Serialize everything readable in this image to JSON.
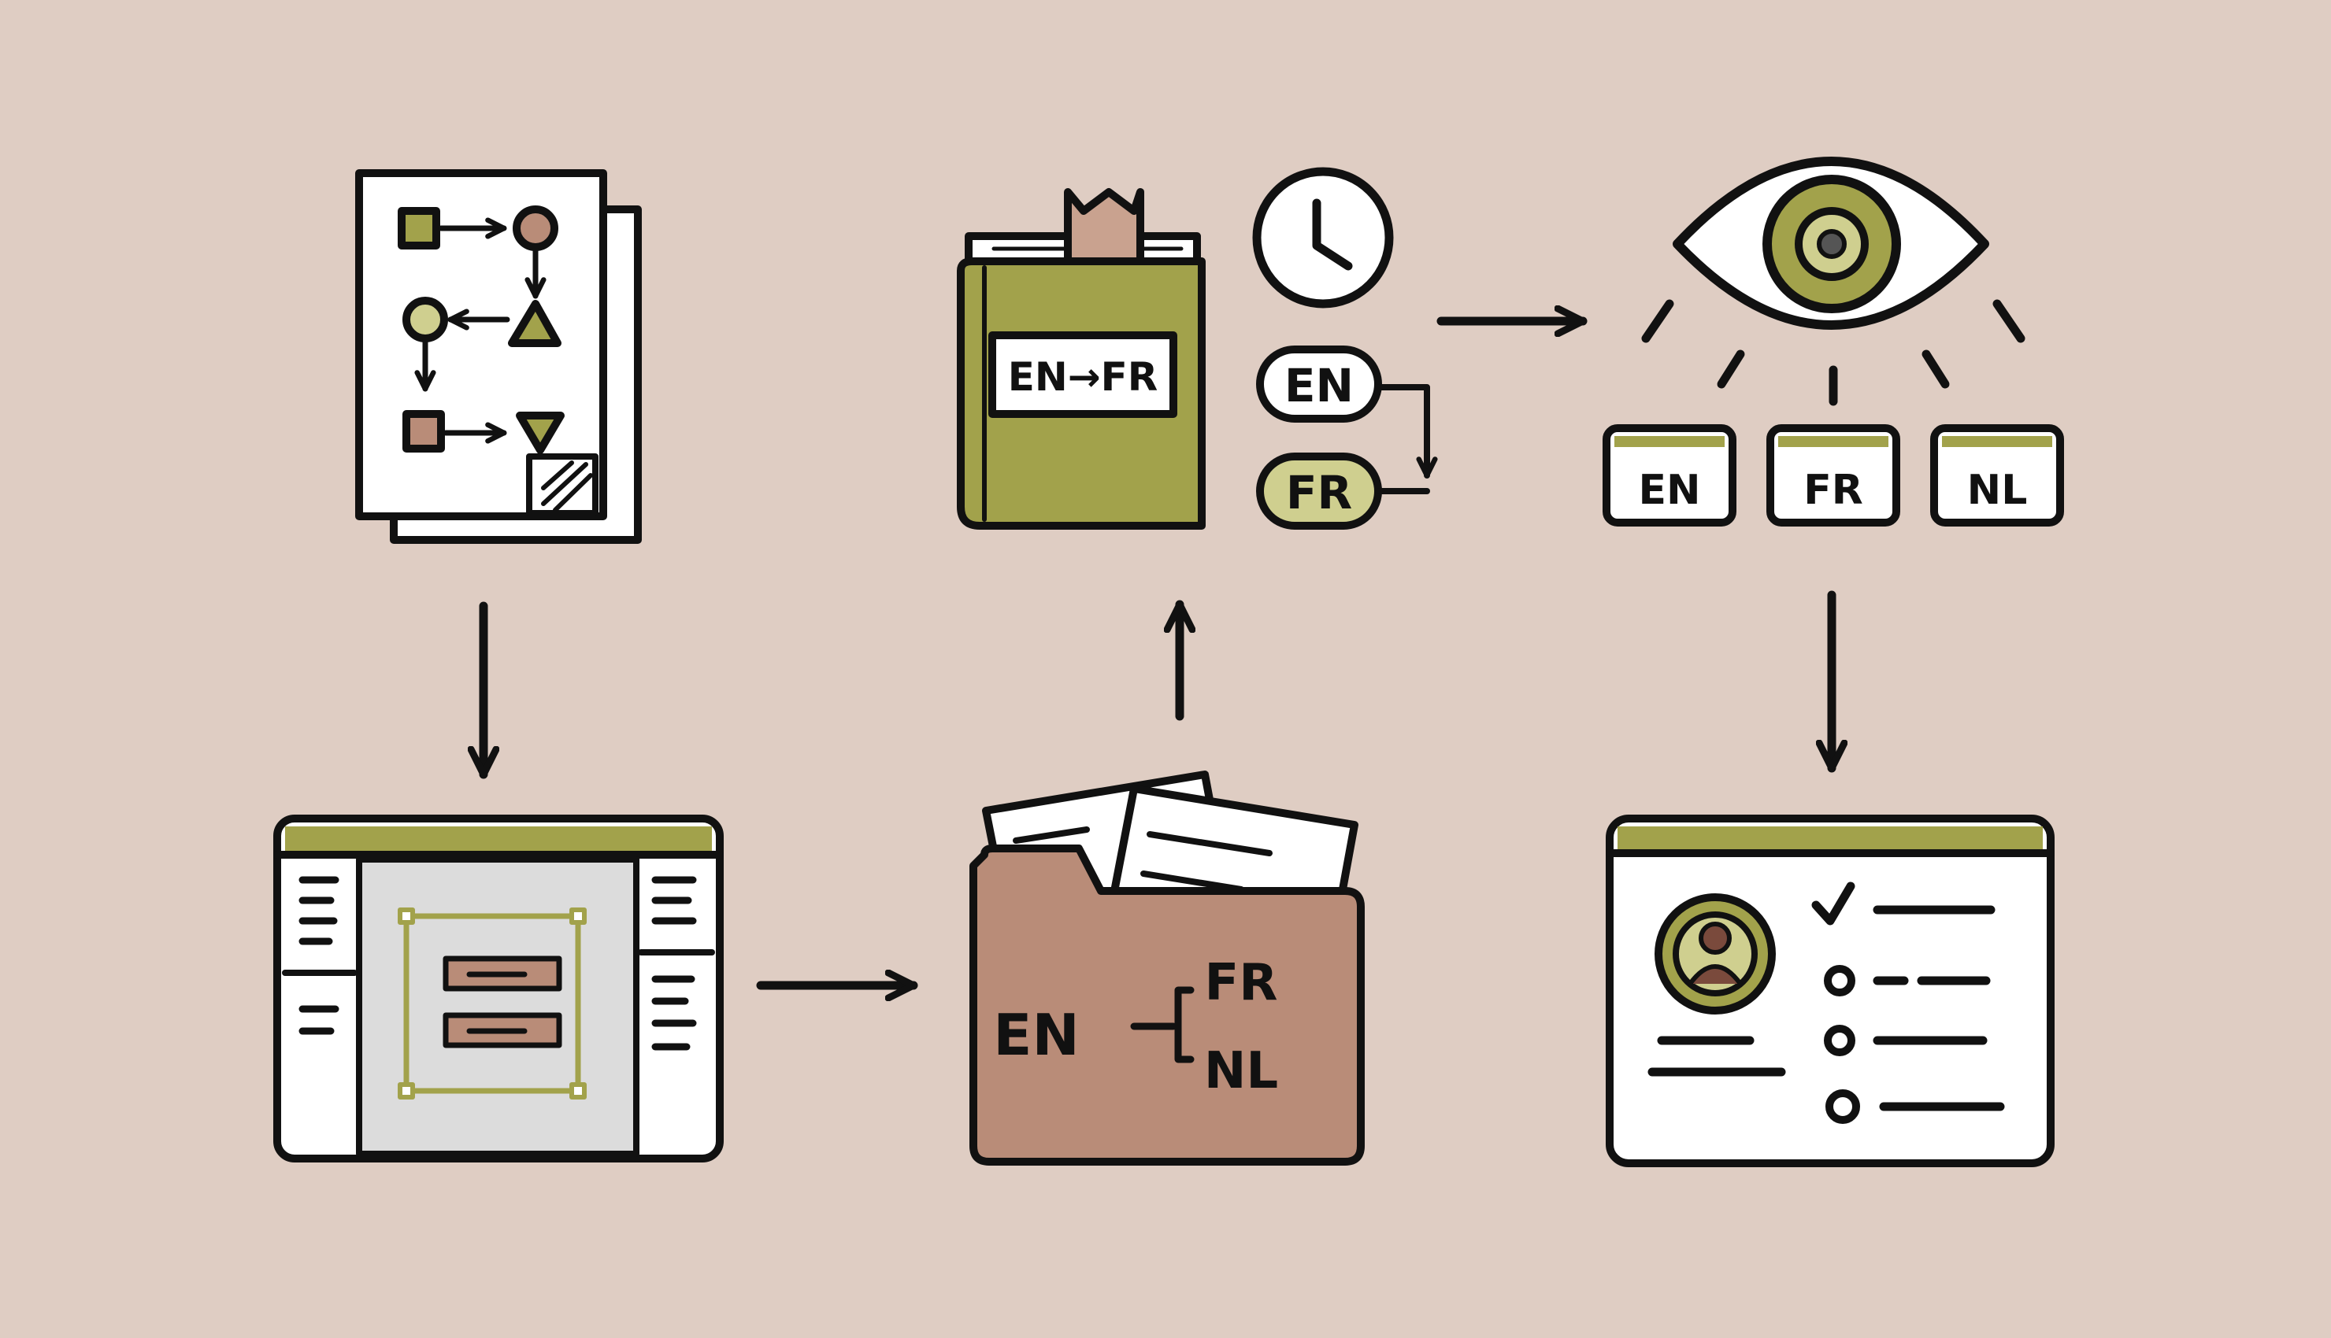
{
  "colors": {
    "background": "#dfcdc3",
    "ink": "#111111",
    "olive": "#a2a24b",
    "olive_light": "#cfcf8f",
    "olive_dark": "#6f7032",
    "brown": "#b98c78",
    "brown_light": "#c9a28f",
    "paper": "#ffffff",
    "canvas_gray": "#dcdcdc"
  },
  "nodes": {
    "glossary": {
      "badge": "EN→FR"
    },
    "language_bubbles": {
      "source": "EN",
      "target": "FR"
    },
    "folder": {
      "source": "EN",
      "targets": [
        "FR",
        "NL"
      ]
    },
    "review_files": [
      "EN",
      "FR",
      "NL"
    ]
  },
  "icons": {
    "flowchart_document": "flowchart-document-icon",
    "design_editor": "design-editor-window-icon",
    "folder": "language-folder-icon",
    "book": "glossary-book-icon",
    "clock": "clock-icon",
    "eye": "eye-icon",
    "profile": "profile-checklist-window-icon"
  }
}
